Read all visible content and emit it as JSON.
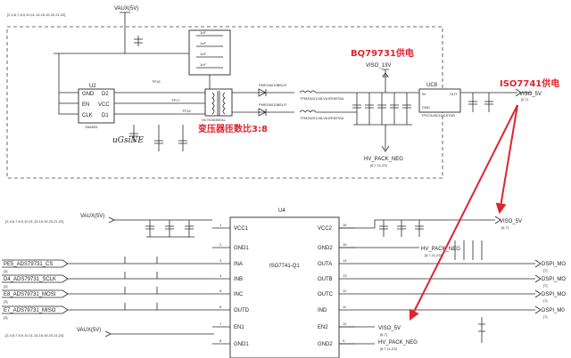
{
  "top": {
    "bus_left": "[2,4,6,7,8,9,10,11,13,18,19,20,21,22]",
    "vaux": "VAUX(5V)",
    "u2_ref": "U2",
    "u2_pins": [
      "GND",
      "EN",
      "CLK",
      "D2",
      "VCC",
      "D1"
    ],
    "u2_part": "SN6505",
    "u3_part": "HCT63535EAL",
    "caps_stack": [
      "1uF",
      "1uF",
      "1uF",
      "1uF"
    ],
    "diode_a": "PMEG6010BELR",
    "diode_b": "PMEG6010BELR",
    "ind_a": "TFM252012ALVA1R0MTAA",
    "ind_b": "TFM252012ALVA1R0MTAA",
    "viso_13v": "VISO_13V",
    "uc_ref": "UC8",
    "uc_part": "TPS7A4901DGSTAR",
    "uc_pins": [
      "IN",
      "OUT",
      "GND"
    ],
    "viso_5v": "VISO_5V",
    "bus_67": "[6,7]",
    "hv_pack_neg": "HV_PACK_NEG",
    "bus_hv": "[6,7,11,23]",
    "logo_text": "uGsiNE",
    "tp_labels": [
      "TP16",
      "TP17",
      "TP18"
    ]
  },
  "annotations": {
    "bq_power": "BQ79731供电",
    "iso_power": "ISO7741供电",
    "turns_ratio": "变压器匝数比3:8"
  },
  "bottom": {
    "u4_ref": "U4",
    "u4_part": "ISO7741-Q1",
    "u4_left_pins": [
      {
        "num": "1",
        "name": "VCC1"
      },
      {
        "num": "2",
        "name": "GND1"
      },
      {
        "num": "3",
        "name": "INA"
      },
      {
        "num": "4",
        "name": "INB"
      },
      {
        "num": "5",
        "name": "INC"
      },
      {
        "num": "6",
        "name": "OUTD"
      },
      {
        "num": "7",
        "name": "EN1"
      },
      {
        "num": "8",
        "name": "GND1"
      }
    ],
    "u4_right_pins": [
      {
        "num": "16",
        "name": "VCC2"
      },
      {
        "num": "15",
        "name": "GND2"
      },
      {
        "num": "14",
        "name": "OUTA"
      },
      {
        "num": "13",
        "name": "OUTB"
      },
      {
        "num": "12",
        "name": "OUTC"
      },
      {
        "num": "11",
        "name": "IND"
      },
      {
        "num": "10",
        "name": "EN2"
      },
      {
        "num": "9",
        "name": "GND2"
      }
    ],
    "vaux_a": "VAUX(5V)",
    "bus_a": "[2,4,6,7,8,9,10,11,13,18,19,20,21,22]",
    "vaux_b": "VAUX(5V)",
    "bus_b": "[2,4,6,7,8,9,10,11,13,18,19,20,21,22]",
    "left_nets": [
      {
        "name": "PE5_ADS79731_CS",
        "ref": "[3]"
      },
      {
        "name": "D4_ADS79731_SCLK",
        "ref": "[3]"
      },
      {
        "name": "E8_ADS79731_MOSI",
        "ref": "[3]"
      },
      {
        "name": "E7_ADS79731_MISO",
        "ref": "[3]"
      }
    ],
    "right_nets": [
      {
        "name": "DSPI_MO",
        "ref": "[7]"
      },
      {
        "name": "DSPI_MO",
        "ref": "[7]"
      },
      {
        "name": "DSPI_MO",
        "ref": "[7]"
      },
      {
        "name": "DSPI_M0",
        "ref": "[7]"
      }
    ],
    "viso_5v_top": "VISO_5V",
    "bus_67_top": "[6,7]",
    "hv_pack_neg_mid": "HV_PACK_NEG",
    "bus_hv_mid": "[6,7,11,23]",
    "viso_5v_en2": "VISO_5V",
    "bus_67_en2": "[6,7]",
    "hv_pack_neg_bot": "HV_PACK_NEG",
    "bus_hv_bot": "[6,7,11,23]"
  }
}
